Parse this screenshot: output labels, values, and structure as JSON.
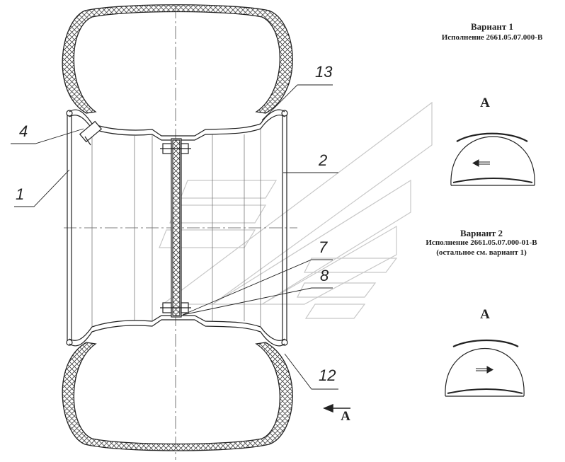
{
  "variant1": {
    "title": "Вариант 1",
    "subtitle": "Исполнение 2661.05.07.000-В",
    "view_label": "А"
  },
  "variant2": {
    "title": "Вариант 2",
    "subtitle": "Исполнение 2661.05.07.000-01-В",
    "note": "(остальное см. вариант 1)",
    "view_label": "А"
  },
  "view_arrow_label": "А",
  "callouts": {
    "c1": "1",
    "c2": "2",
    "c4": "4",
    "c7": "7",
    "c8": "8",
    "c12": "12",
    "c13": "13"
  },
  "icons": {
    "v1_direction": "arrow-left-icon",
    "v2_direction": "arrow-right-icon"
  }
}
